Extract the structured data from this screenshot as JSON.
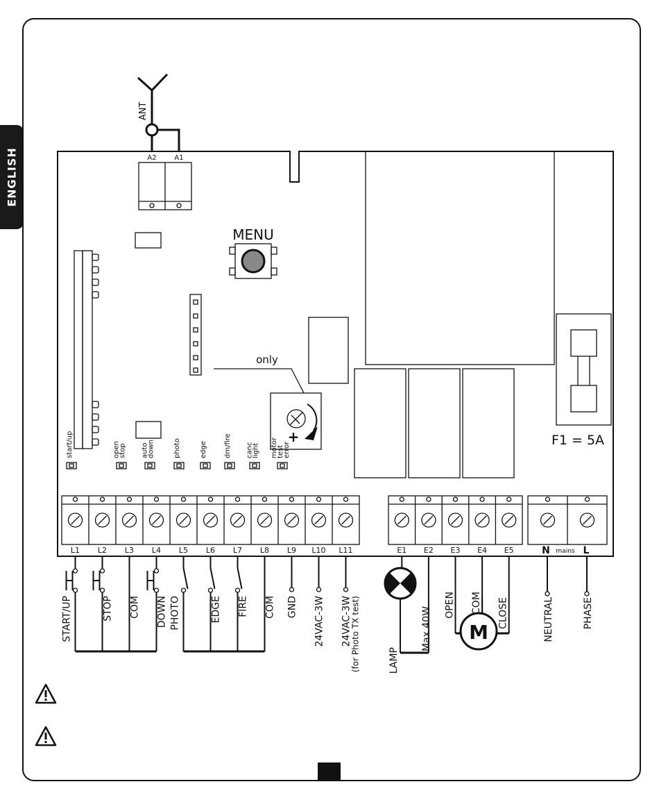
{
  "side_tab": {
    "label": "ENGLISH"
  },
  "board": {
    "antenna": {
      "label": "ANT",
      "terminals": [
        "A2",
        "A1"
      ]
    },
    "menu_button": {
      "label": "MENU"
    },
    "trimmer": {
      "label": "only",
      "plus": "+"
    },
    "fuse": {
      "label": "F1 = 5A"
    },
    "leds": [
      {
        "label": "start/up"
      },
      {
        "label": "open\nstop"
      },
      {
        "label": "auto\ndown"
      },
      {
        "label": "photo"
      },
      {
        "label": "edge"
      },
      {
        "label": "dm/fire"
      },
      {
        "label": "canc\nlight"
      },
      {
        "label": "motor\ntest\nerror"
      }
    ],
    "terminal_labels_L": [
      "L1",
      "L2",
      "L3",
      "L4",
      "L5",
      "L6",
      "L7",
      "L8",
      "L9",
      "L10",
      "L11"
    ],
    "terminal_labels_E": [
      "E1",
      "E2",
      "E3",
      "E4",
      "E5"
    ],
    "mains": {
      "n": "N",
      "mid": "mains",
      "l": "L"
    }
  },
  "wiring": {
    "L_labels": [
      "START/UP",
      "STOP",
      "COM",
      "DOWN",
      "PHOTO",
      "EDGE",
      "FIRE",
      "COM",
      "GND",
      "24VAC-3W",
      "24VAC-3W"
    ],
    "L11_sub": "(for Photo TX test)",
    "lamp": {
      "label": "LAMP",
      "rating": "Max.40W"
    },
    "motor": {
      "symbol": "M",
      "open": "OPEN",
      "com": "COM",
      "close": "CLOSE"
    },
    "mains": {
      "neutral": "NEUTRAL",
      "phase": "PHASE"
    }
  },
  "icons": [
    "warning-icon",
    "warning-icon",
    "antenna-icon",
    "lamp-icon",
    "motor-icon",
    "fuse-icon"
  ],
  "colors": {
    "ink": "#111111",
    "tab": "#1a1a1a",
    "button": "#888888"
  }
}
